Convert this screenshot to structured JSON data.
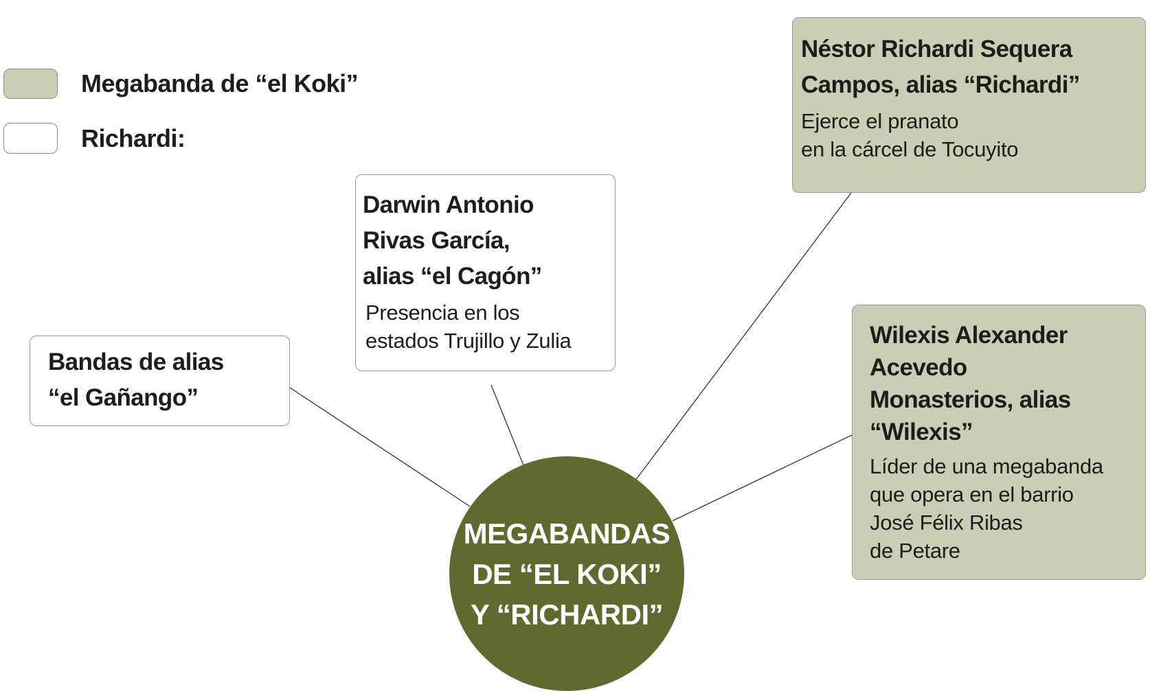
{
  "legend": [
    {
      "label": "Megabanda de “el Koki”",
      "color": "#cbcdb7"
    },
    {
      "label": "Richardi:",
      "color": "#ffffff"
    }
  ],
  "center": {
    "lines": [
      "MEGABANDAS",
      "DE “EL KOKI”",
      "Y “RICHARDI”"
    ],
    "color": "#5f6b2e"
  },
  "nodes": {
    "nestor": {
      "title": [
        "Néstor Richardi Sequera",
        "Campos, alias “Richardi”"
      ],
      "desc": [
        "Ejerce el pranato",
        "en la cárcel de Tocuyito"
      ]
    },
    "darwin": {
      "title": [
        "Darwin Antonio",
        "Rivas García,",
        "alias “el Cagón”"
      ],
      "desc": [
        "Presencia en los",
        "estados Trujillo y Zulia"
      ]
    },
    "bandas": {
      "title": [
        "Bandas de alias",
        "“el Gañango”"
      ]
    },
    "wilexis": {
      "title": [
        "Wilexis Alexander",
        "Acevedo",
        "Monasterios, alias",
        "“Wilexis”"
      ],
      "desc": [
        "Líder de una megabanda",
        "que opera en el barrio",
        "José Félix Ribas",
        "de Petare"
      ]
    }
  }
}
